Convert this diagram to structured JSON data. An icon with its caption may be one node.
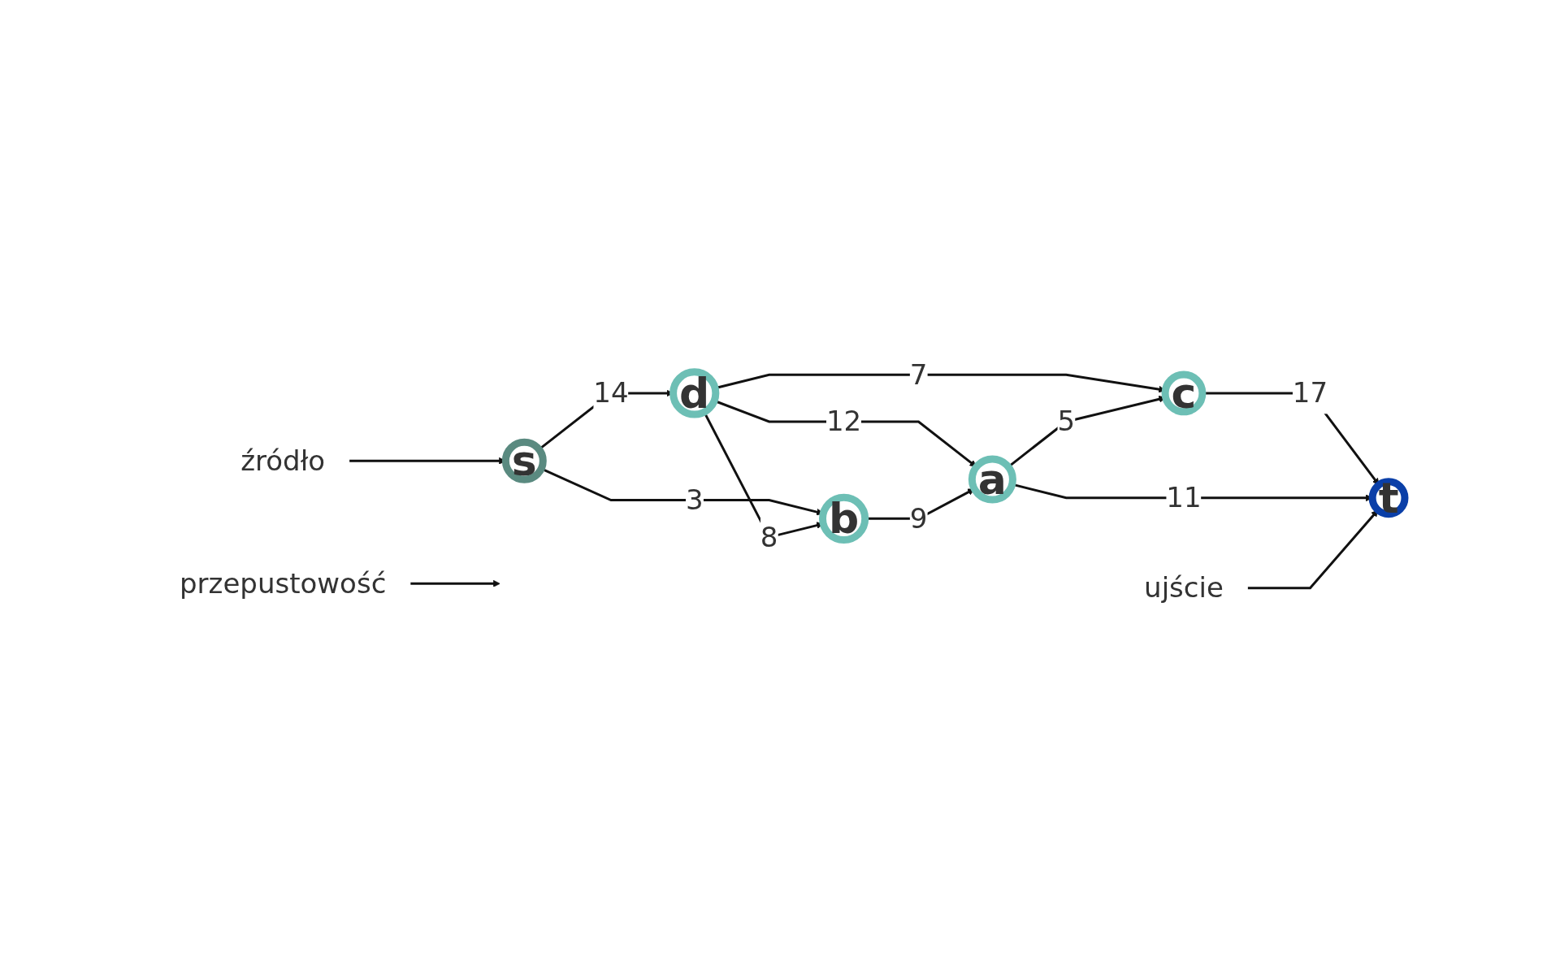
{
  "diagram": {
    "nodes": [
      {
        "text": [
          "przepustowość"
        ]
      },
      {
        "text": [
          "d"
        ]
      },
      {
        "text": [
          "c"
        ]
      },
      {
        "text": [
          "źródło"
        ]
      },
      {
        "text": [
          "s"
        ]
      },
      {
        "text": [
          "t"
        ]
      },
      {
        "text": [
          "b"
        ]
      },
      {
        "text": [
          "a"
        ]
      },
      {
        "text": [
          "ujście"
        ]
      }
    ],
    "edges": [
      {
        "from": 4,
        "to": 1,
        "label": "14",
        "arrow": "to"
      },
      {
        "from": 4,
        "to": 6,
        "label": "3",
        "arrow": "to"
      },
      {
        "from": 1,
        "to": 2,
        "label": "7",
        "arrow": "to"
      },
      {
        "from": 1,
        "to": 6,
        "label": "8",
        "arrow": "to"
      },
      {
        "from": 1,
        "to": 7,
        "label": "12",
        "arrow": "to"
      },
      {
        "from": 6,
        "to": 7,
        "label": "9",
        "arrow": "to"
      },
      {
        "from": 7,
        "to": 2,
        "label": "5",
        "arrow": "to"
      },
      {
        "from": 2,
        "to": 5,
        "label": "17",
        "arrow": "to"
      },
      {
        "from": 7,
        "to": 5,
        "label": "11",
        "arrow": "to"
      },
      {
        "from": 3,
        "to": 4,
        "arrow": "to"
      },
      {
        "from": 8,
        "to": 5,
        "arrow": "to"
      },
      {
        "from": 0,
        "to": null,
        "arrow": "to"
      }
    ]
  }
}
